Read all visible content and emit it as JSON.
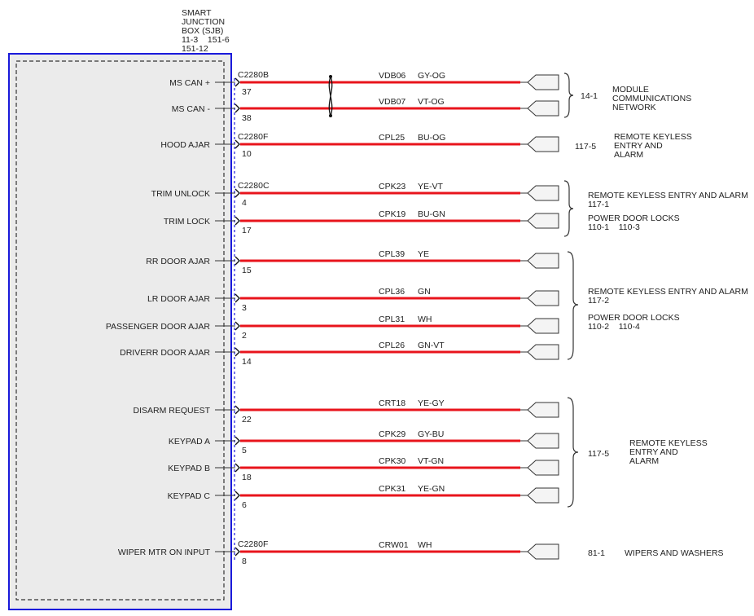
{
  "module": {
    "name_lines": [
      "SMART",
      "JUNCTION",
      "BOX (SJB)",
      "11-3    151-6",
      "151-12"
    ]
  },
  "circuits": [
    {
      "signal": "MS CAN +",
      "connector": "C2280B",
      "pin": "37",
      "circuit": "VDB06",
      "color": "GY-OG"
    },
    {
      "signal": "MS CAN -",
      "connector": "",
      "pin": "38",
      "circuit": "VDB07",
      "color": "VT-OG"
    },
    {
      "signal": "HOOD AJAR",
      "connector": "C2280F",
      "pin": "10",
      "circuit": "CPL25",
      "color": "BU-OG"
    },
    {
      "signal": "TRIM UNLOCK",
      "connector": "C2280C",
      "pin": "4",
      "circuit": "CPK23",
      "color": "YE-VT"
    },
    {
      "signal": "TRIM LOCK",
      "connector": "",
      "pin": "17",
      "circuit": "CPK19",
      "color": "BU-GN"
    },
    {
      "signal": "RR DOOR AJAR",
      "connector": "",
      "pin": "15",
      "circuit": "CPL39",
      "color": "YE"
    },
    {
      "signal": "LR DOOR AJAR",
      "connector": "",
      "pin": "3",
      "circuit": "CPL36",
      "color": "GN"
    },
    {
      "signal": "PASSENGER DOOR AJAR",
      "connector": "",
      "pin": "2",
      "circuit": "CPL31",
      "color": "WH"
    },
    {
      "signal": "DRIVERR DOOR AJAR",
      "connector": "",
      "pin": "14",
      "circuit": "CPL26",
      "color": "GN-VT"
    },
    {
      "signal": "DISARM REQUEST",
      "connector": "",
      "pin": "22",
      "circuit": "CRT18",
      "color": "YE-GY"
    },
    {
      "signal": "KEYPAD A",
      "connector": "",
      "pin": "5",
      "circuit": "CPK29",
      "color": "GY-BU"
    },
    {
      "signal": "KEYPAD B",
      "connector": "",
      "pin": "18",
      "circuit": "CPK30",
      "color": "VT-GN"
    },
    {
      "signal": "KEYPAD C",
      "connector": "",
      "pin": "6",
      "circuit": "CPK31",
      "color": "YE-GN"
    },
    {
      "signal": "WIPER MTR ON INPUT",
      "connector": "C2280F",
      "pin": "8",
      "circuit": "CRW01",
      "color": "WH"
    }
  ],
  "destinations": [
    {
      "ref": "14-1",
      "lines": [
        "MODULE",
        "COMMUNICATIONS",
        "NETWORK"
      ]
    },
    {
      "ref": "117-5",
      "lines": [
        "REMOTE KEYLESS",
        "ENTRY AND",
        "ALARM"
      ]
    },
    {
      "ref": "",
      "lines": [
        "REMOTE KEYLESS ENTRY AND ALARM",
        "117-1",
        "POWER DOOR LOCKS",
        "110-1    110-3"
      ]
    },
    {
      "ref": "",
      "lines": [
        "REMOTE KEYLESS ENTRY AND ALARM",
        "117-2",
        "POWER DOOR LOCKS",
        "110-2    110-4"
      ]
    },
    {
      "ref": "117-5",
      "lines": [
        "REMOTE KEYLESS",
        "ENTRY AND",
        "ALARM"
      ]
    },
    {
      "ref": "81-1",
      "lines": [
        "WIPERS AND WASHERS"
      ]
    }
  ],
  "colors": {
    "wire": "#e8141c",
    "module_border": "#1a1adb",
    "module_fill": "#ebebeb"
  }
}
